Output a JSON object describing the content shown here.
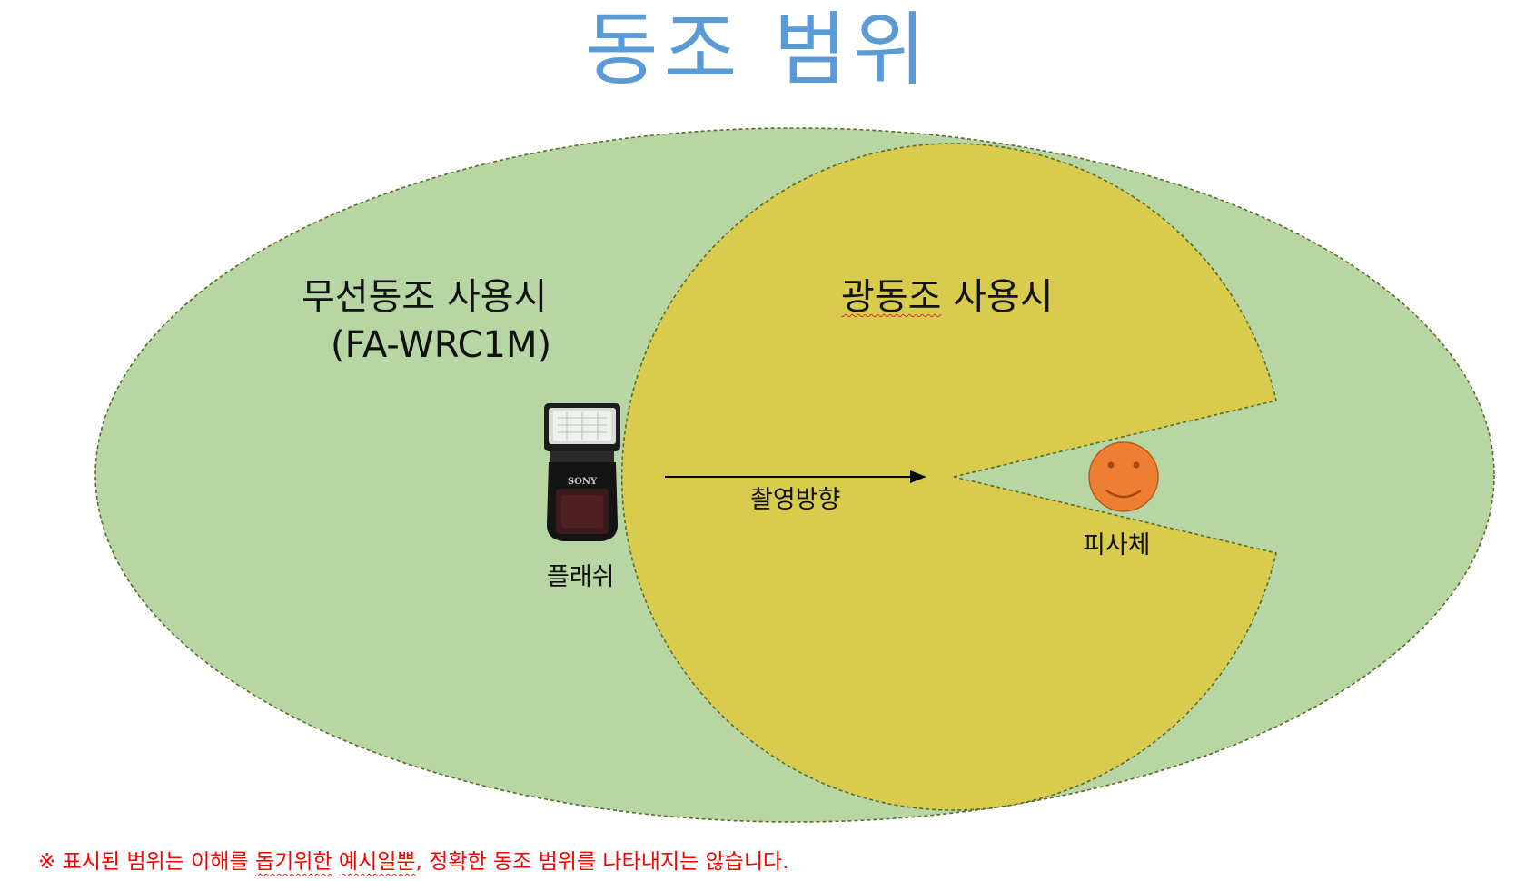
{
  "title": "동조 범위",
  "labels": {
    "wireless_line1": "무선동조 사용시",
    "wireless_line2": "(FA-WRC1M)",
    "optical_word1": "광동조",
    "optical_word2": "사용시",
    "flash": "플래쉬",
    "direction": "촬영방향",
    "subject": "피사체",
    "flash_brand": "SONY"
  },
  "note": {
    "part1": "※ 표시된 범위는 이해를 ",
    "part2": "돕기위한",
    "part3": " ",
    "part4": "예시일뿐",
    "part5": ", 정확한 동조 범위를 나타내지는 않습니다."
  },
  "colors": {
    "title": "#5b9bd5",
    "wireless_zone": "#b8d6a4",
    "optical_zone": "#d9cb4e",
    "zone_border": "#5a6b2a",
    "subject_face": "#ee7f32",
    "note_text": "#ff0000"
  },
  "icons": {
    "flash": "flash-unit-icon",
    "subject": "smiley-face-icon",
    "arrow": "arrow-right-icon"
  }
}
